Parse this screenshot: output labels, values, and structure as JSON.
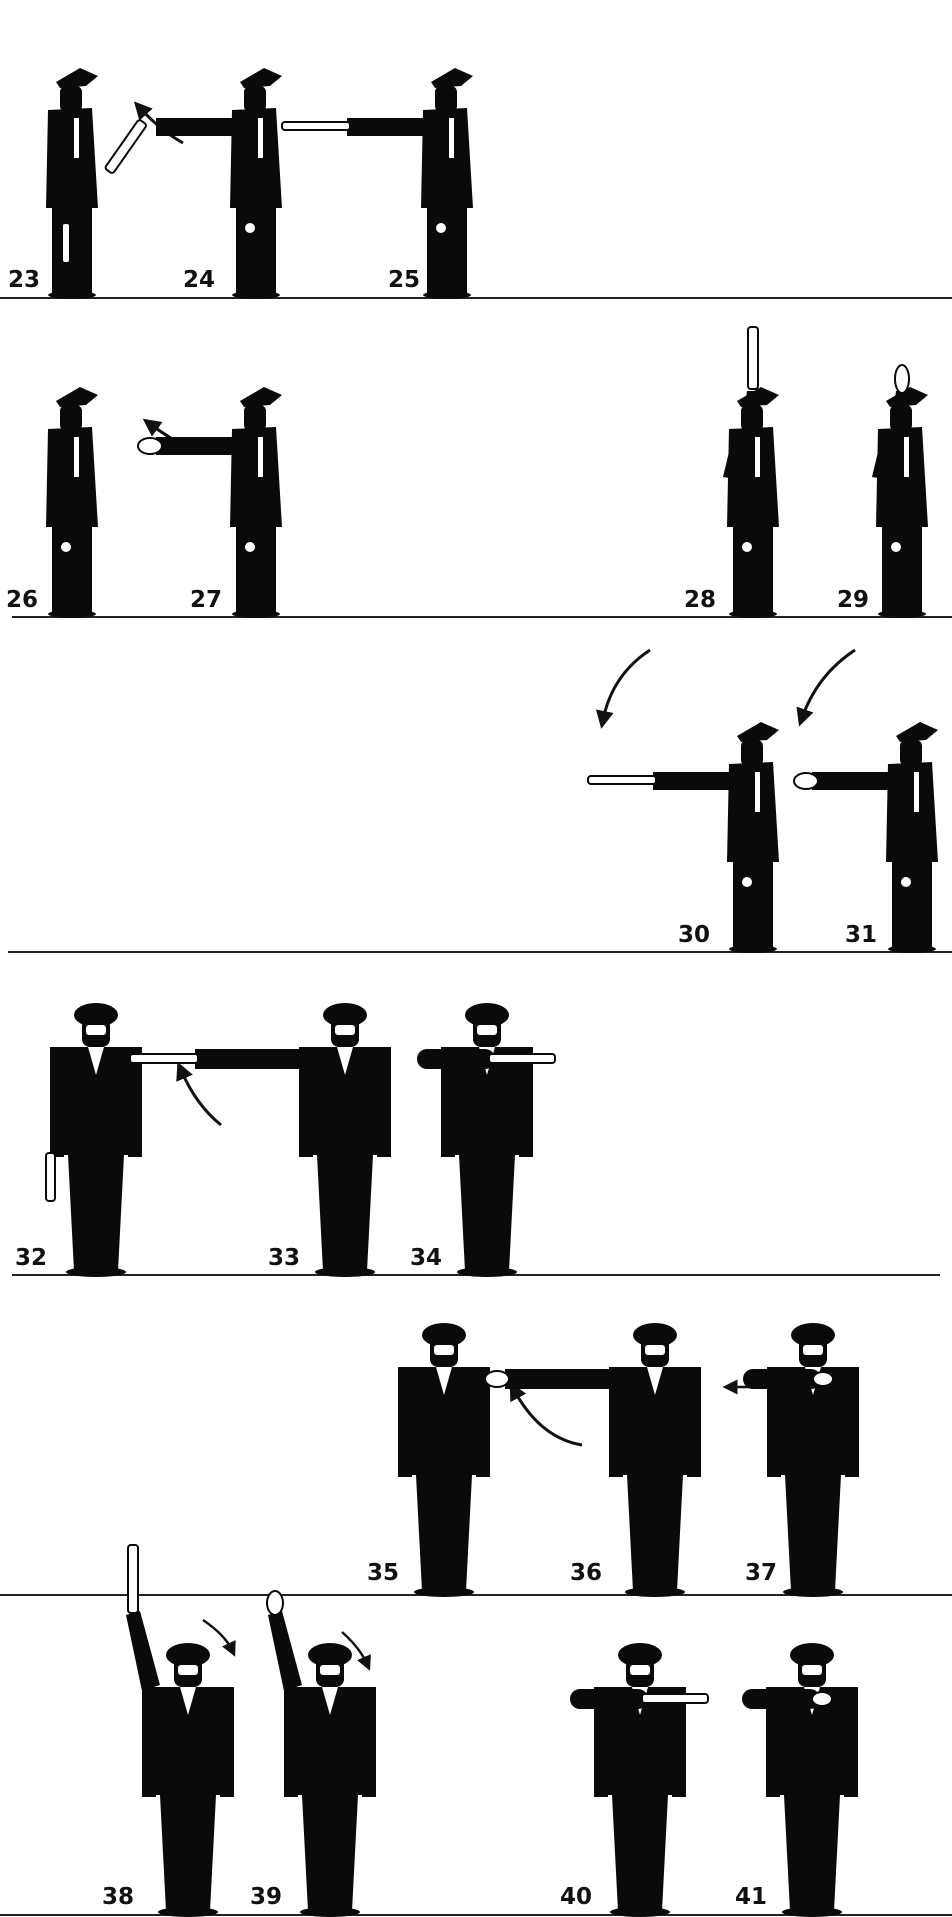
{
  "colors": {
    "figure": "#0a0a0a",
    "baton": "#ffffff",
    "arrow": "#111111",
    "ground": "#222222",
    "background": "#ffffff"
  },
  "figures": [
    {
      "label": "23",
      "view": "side",
      "pose": "at-ease-baton-down"
    },
    {
      "label": "24",
      "view": "side",
      "pose": "arm-forward-baton-angled"
    },
    {
      "label": "25",
      "view": "side",
      "pose": "arm-forward-baton-horizontal"
    },
    {
      "label": "26",
      "view": "side",
      "pose": "at-ease"
    },
    {
      "label": "27",
      "view": "side",
      "pose": "arm-forward-hand"
    },
    {
      "label": "28",
      "view": "side",
      "pose": "arm-up-baton"
    },
    {
      "label": "29",
      "view": "side",
      "pose": "arm-up-hand"
    },
    {
      "label": "30",
      "view": "side",
      "pose": "arm-forward-baton-horizontal"
    },
    {
      "label": "31",
      "view": "side",
      "pose": "arm-forward-hand"
    },
    {
      "label": "32",
      "view": "front",
      "pose": "at-ease-baton-down"
    },
    {
      "label": "33",
      "view": "front",
      "pose": "arm-side-baton"
    },
    {
      "label": "34",
      "view": "front",
      "pose": "arm-across-chest-baton"
    },
    {
      "label": "35",
      "view": "front",
      "pose": "at-ease"
    },
    {
      "label": "36",
      "view": "front",
      "pose": "arm-side-hand"
    },
    {
      "label": "37",
      "view": "front",
      "pose": "arm-across-chest"
    },
    {
      "label": "38",
      "view": "front",
      "pose": "arm-up-baton"
    },
    {
      "label": "39",
      "view": "front",
      "pose": "arm-up-hand"
    },
    {
      "label": "40",
      "view": "front",
      "pose": "arm-across-chest-baton"
    },
    {
      "label": "41",
      "view": "front",
      "pose": "arm-across-chest"
    }
  ]
}
